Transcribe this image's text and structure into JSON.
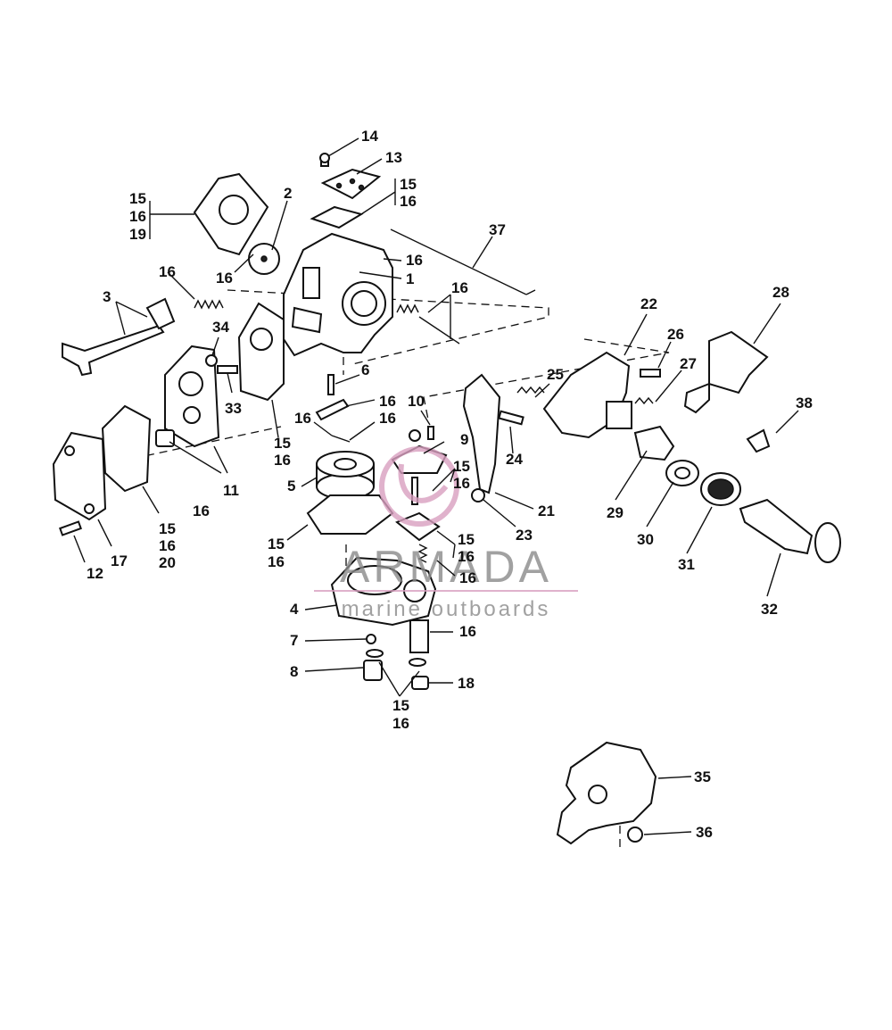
{
  "watermark": {
    "brand": "ARMADA",
    "tagline": "marine outboards",
    "brand_color": "#8a8a8a",
    "accent_color": "#d9a0c0"
  },
  "callouts": {
    "c1": "1",
    "c2": "2",
    "c3": "3",
    "c4": "4",
    "c5": "5",
    "c6": "6",
    "c7": "7",
    "c8": "8",
    "c9": "9",
    "c10": "10",
    "c11": "11",
    "c12": "12",
    "c13": "13",
    "c14": "14",
    "c17": "17",
    "c18": "18",
    "c21": "21",
    "c22": "22",
    "c23": "23",
    "c24": "24",
    "c25": "25",
    "c26": "26",
    "c27": "27",
    "c28": "28",
    "c29": "29",
    "c30": "30",
    "c31": "31",
    "c32": "32",
    "c33": "33",
    "c34": "34",
    "c35": "35",
    "c36": "36",
    "c37": "37",
    "c38": "38",
    "c16_a": "16",
    "c16_b": "16",
    "c16_c": "16",
    "c16_d": "16",
    "c16_e": "16",
    "c16_f": "16",
    "c16_g": "16",
    "c16_h": "16",
    "c16_i": "16",
    "c16_j": "16",
    "stack_a": [
      "15",
      "16",
      "19"
    ],
    "stack_b": [
      "15",
      "16"
    ],
    "stack_c": [
      "15",
      "16"
    ],
    "stack_d": [
      "15",
      "16",
      "20"
    ],
    "stack_e": [
      "15",
      "16"
    ],
    "stack_f": [
      "15",
      "16"
    ],
    "stack_g": [
      "15",
      "16"
    ],
    "stack_h": [
      "15",
      "16"
    ],
    "stack_i": [
      "15",
      "16"
    ]
  }
}
